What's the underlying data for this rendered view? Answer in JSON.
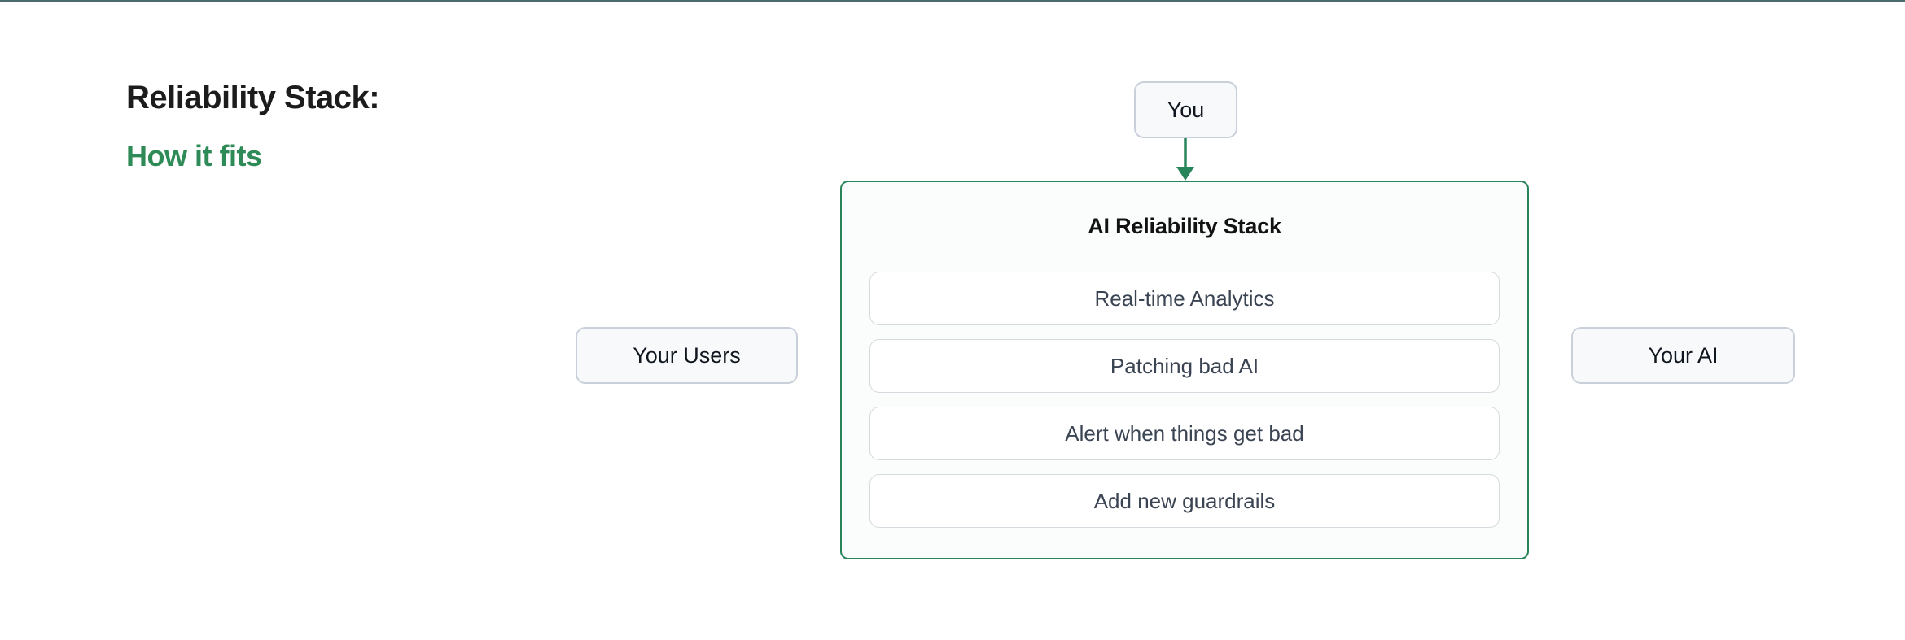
{
  "colors": {
    "top_bar": "#4d6a6e",
    "accent_green": "#2e8b57",
    "stack_border_green": "#28845a"
  },
  "heading": {
    "title": "Reliability Stack:",
    "subtitle": "How it fits"
  },
  "diagram": {
    "you_box": "You",
    "users_box": "Your Users",
    "ai_box": "Your AI",
    "stack": {
      "title": "AI Reliability Stack",
      "items": [
        "Real-time Analytics",
        "Patching bad AI",
        "Alert when things get bad",
        "Add new guardrails"
      ]
    }
  }
}
